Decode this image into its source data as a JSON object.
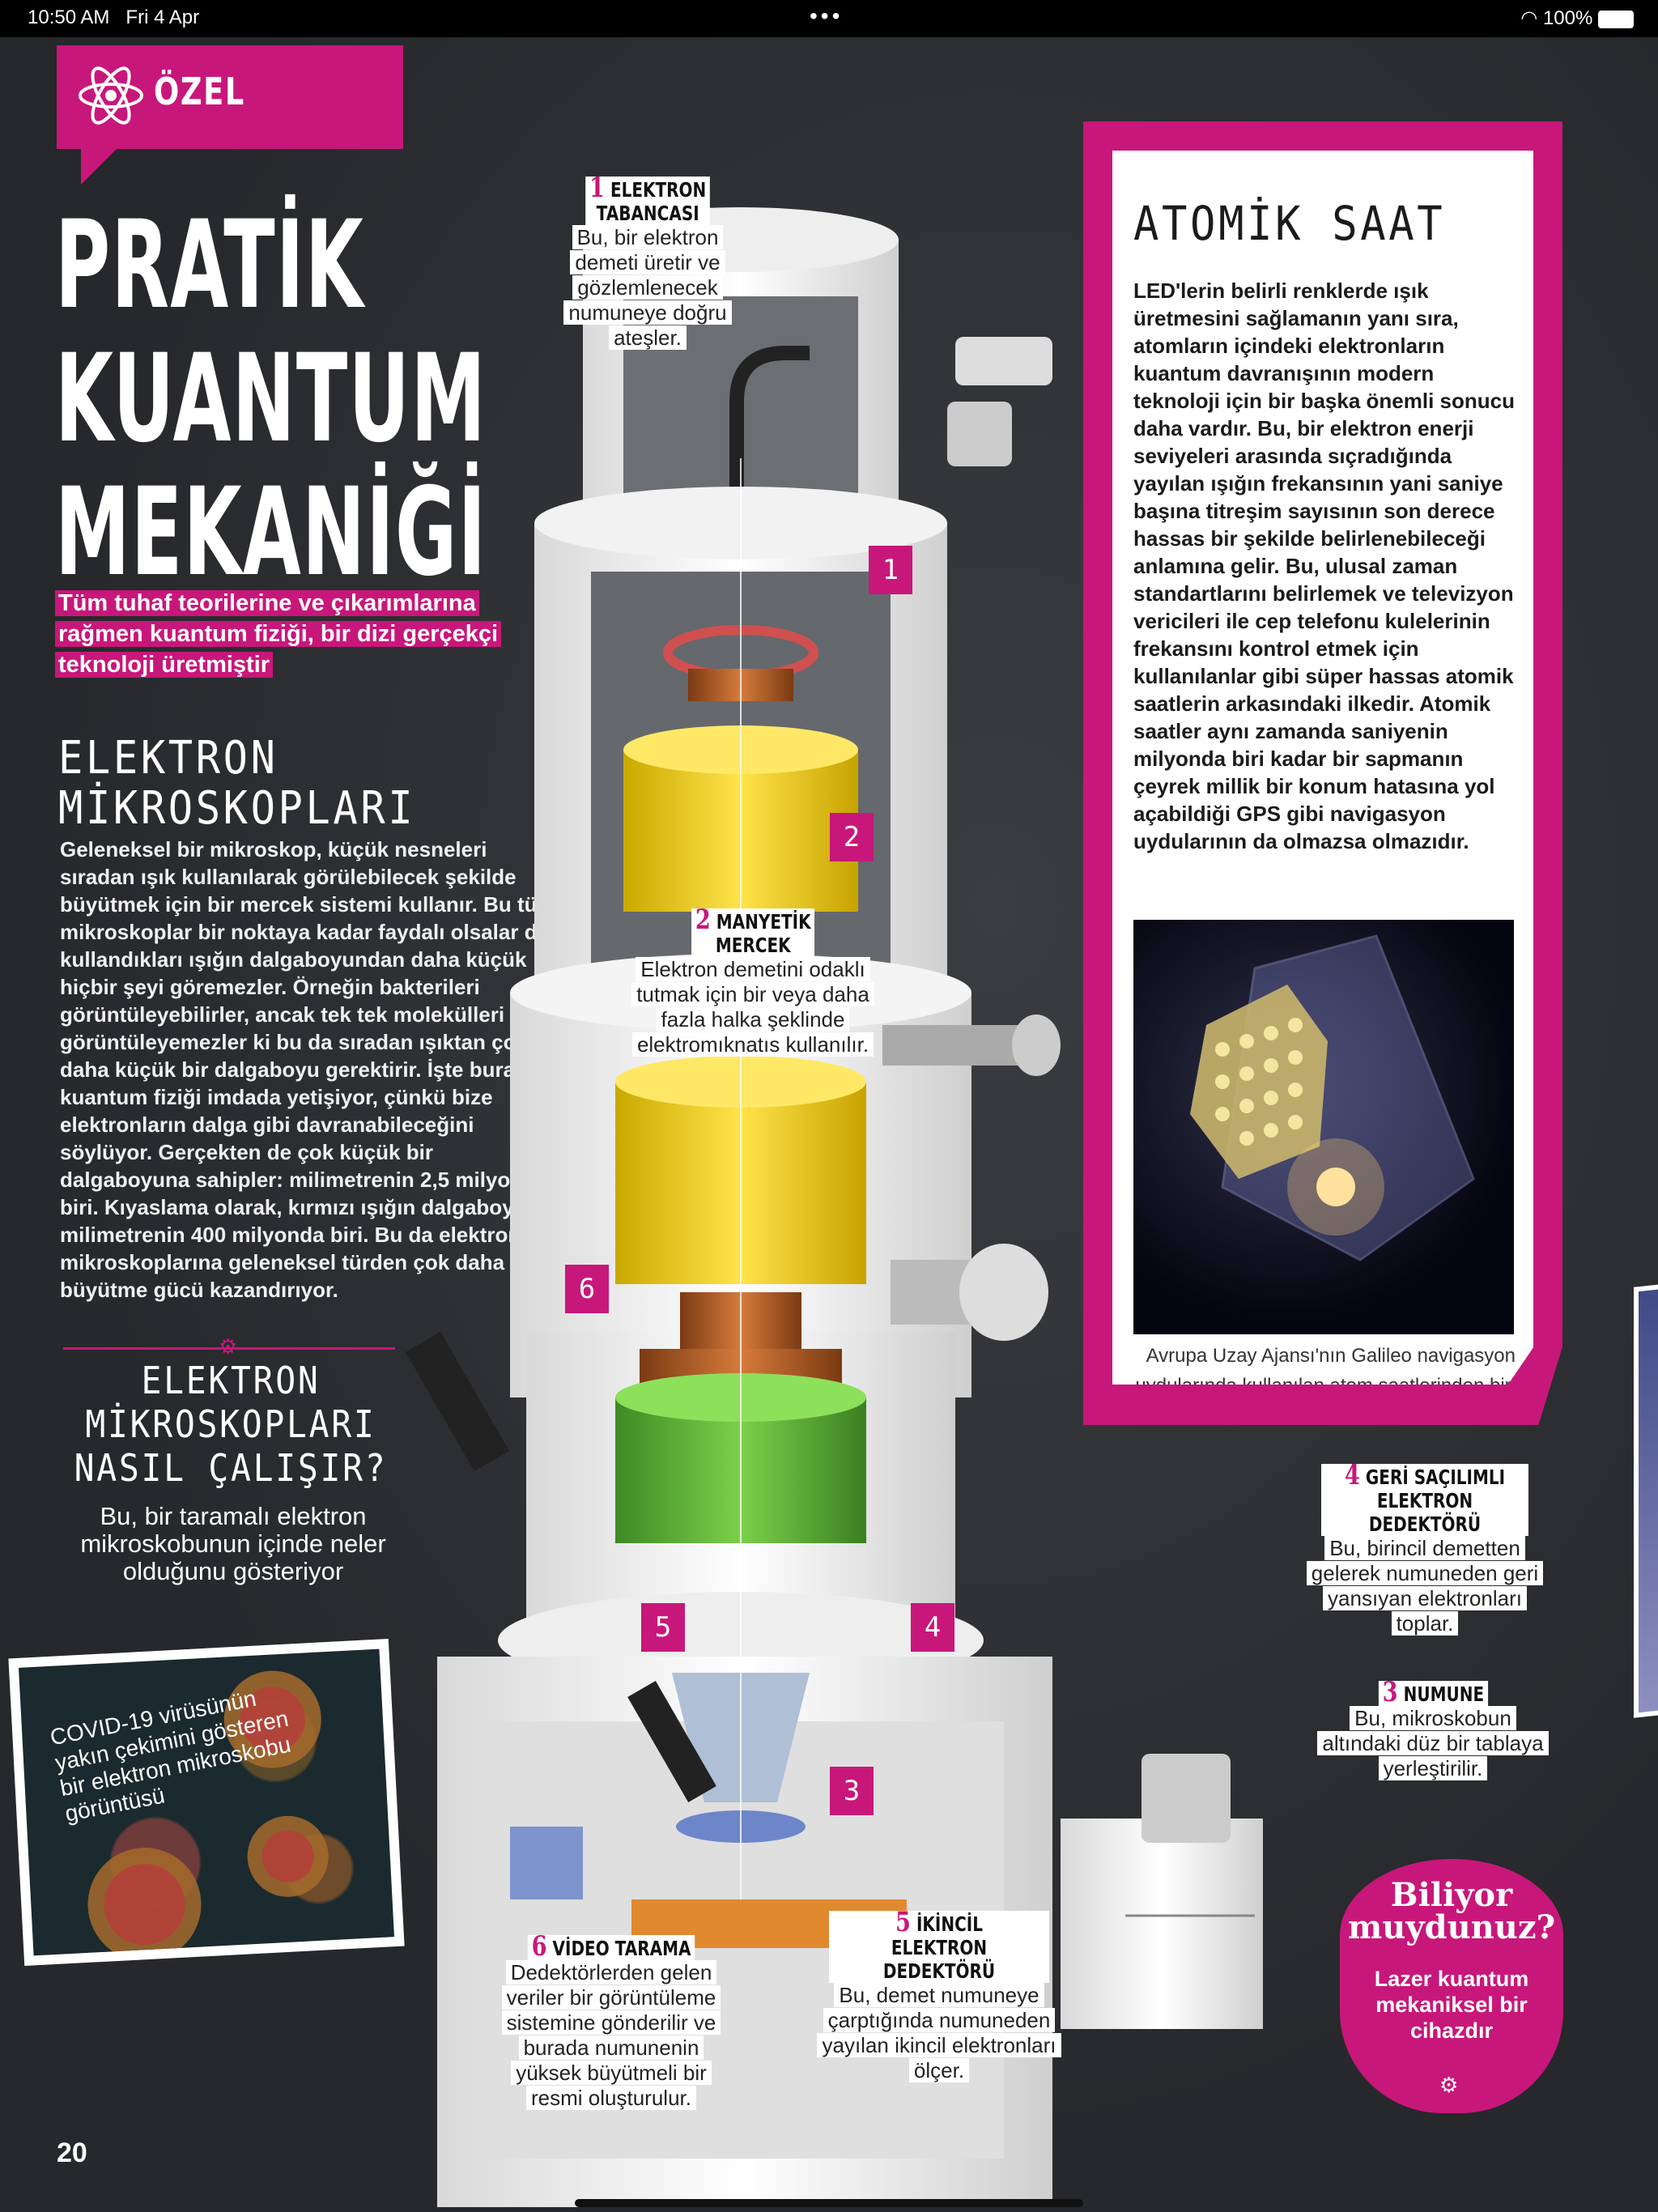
{
  "status_bar": {
    "time": "10:50 AM",
    "date": "Fri 4 Apr",
    "battery": "100%"
  },
  "section_tag": "ÖZEL",
  "title": [
    "PRATİK",
    "KUANTUM",
    "MEKANİĞİ"
  ],
  "subtitle": "Tüm tuhaf teorilerine ve çıkarımlarına rağmen kuantum fiziği, bir dizi gerçekçi teknoloji üretmiştir",
  "electron_microscopes": {
    "heading": [
      "ELEKTRON",
      "MİKROSKOPLARI"
    ],
    "body": "Geleneksel bir mikroskop, küçük nesneleri sıradan ışık kullanılarak görülebilecek şekilde büyütmek için bir mercek sistemi kullanır. Bu tür mikroskoplar bir noktaya kadar faydalı olsalar da, kullandıkları ışığın dalgaboyundan daha küçük hiçbir şeyi göremezler. Örneğin bakterileri görüntüleyebilirler, ancak tek tek molekülleri görüntüleyemezler ki bu da sıradan ışıktan çok daha küçük bir dalgaboyu gerektirir. İşte burada kuantum fiziği imdada yetişiyor, çünkü bize elektronların dalga gibi davranabileceğini söylüyor. Gerçekten de çok küçük bir dalgaboyuna sahipler: milimetrenin 2,5 milyonda biri. Kıyaslama olarak, kırmızı ışığın dalgaboyu milimetrenin 400 milyonda biri. Bu da elektron mikroskoplarına geleneksel türden çok daha fazla büyütme gücü kazandırıyor."
  },
  "how_it_works": {
    "heading": [
      "ELEKTRON",
      "MİKROSKOPLARI",
      "NASIL ÇALIŞIR?"
    ],
    "sub": "Bu, bir taramalı elektron mikroskobunun içinde neler olduğunu gösteriyor"
  },
  "covid_caption": "COVID-19 virüsünün yakın çekimini gösteren bir elektron mikroskobu görüntüsü",
  "callouts": [
    {
      "num": "1",
      "title": [
        "ELEKTRON",
        "TABANCASI"
      ],
      "body": "Bu, bir elektron demeti üretir ve gözlemlenecek numuneye doğru ateşler."
    },
    {
      "num": "2",
      "title": [
        "MANYETİK",
        "MERCEK"
      ],
      "body": "Elektron demetini odaklı tutmak için bir veya daha fazla halka şeklinde elektromıknatıs kullanılır."
    },
    {
      "num": "4",
      "title": [
        "GERİ SAÇILIMLI",
        "ELEKTRON DEDEKTÖRÜ"
      ],
      "body": "Bu, birincil demetten gelerek numuneden geri yansıyan elektronları toplar."
    },
    {
      "num": "3",
      "title": [
        "NUMUNE"
      ],
      "body": "Bu, mikroskobun altındaki düz bir tablaya yerleştirilir."
    },
    {
      "num": "6",
      "title": [
        "VİDEO TARAMA"
      ],
      "body": "Dedektörlerden gelen veriler bir görüntüleme sistemine gönderilir ve burada numunenin yüksek büyütmeli bir resmi oluşturulur."
    },
    {
      "num": "5",
      "title": [
        "İKİNCİL",
        "ELEKTRON DEDEKTÖRÜ"
      ],
      "body": "Bu, demet numuneye çarptığında numuneden yayılan ikincil elektronları ölçer."
    }
  ],
  "markers": [
    "1",
    "2",
    "6",
    "5",
    "4",
    "3"
  ],
  "atomic_clock": {
    "title": "ATOMİK SAAT",
    "body": "LED'lerin belirli renklerde ışık üretmesini sağlamanın yanı sıra, atomların içindeki elektronların kuantum davranışının modern teknoloji için bir başka önemli sonucu daha vardır. Bu, bir elektron enerji seviyeleri arasında sıçradığında yayılan ışığın frekansının yani saniye başına titreşim sayısının son derece hassas bir şekilde belirlenebileceği anlamına gelir. Bu, ulusal zaman standartlarını belirlemek ve televizyon vericileri ile cep telefonu kulelerinin frekansını kontrol etmek için kullanılanlar gibi süper hassas atomik saatlerin arkasındaki ilkedir. Atomik saatler aynı zamanda saniyenin milyonda biri kadar bir sapmanın çeyrek millik bir konum hatasına yol açabildiği GPS gibi navigasyon uydularının da olmazsa olmazıdır.",
    "image_caption": "Avrupa Uzay Ajansı'nın Galileo navigasyon uydularında kullanılan atom saatlerinden biri"
  },
  "did_you_know": {
    "title": [
      "Biliyor",
      "muydunuz?"
    ],
    "body": "Lazer kuantum mekaniksel bir cihazdır"
  },
  "page_number": "20",
  "colors": {
    "accent": "#c8177a",
    "background": "#2b2d30"
  }
}
